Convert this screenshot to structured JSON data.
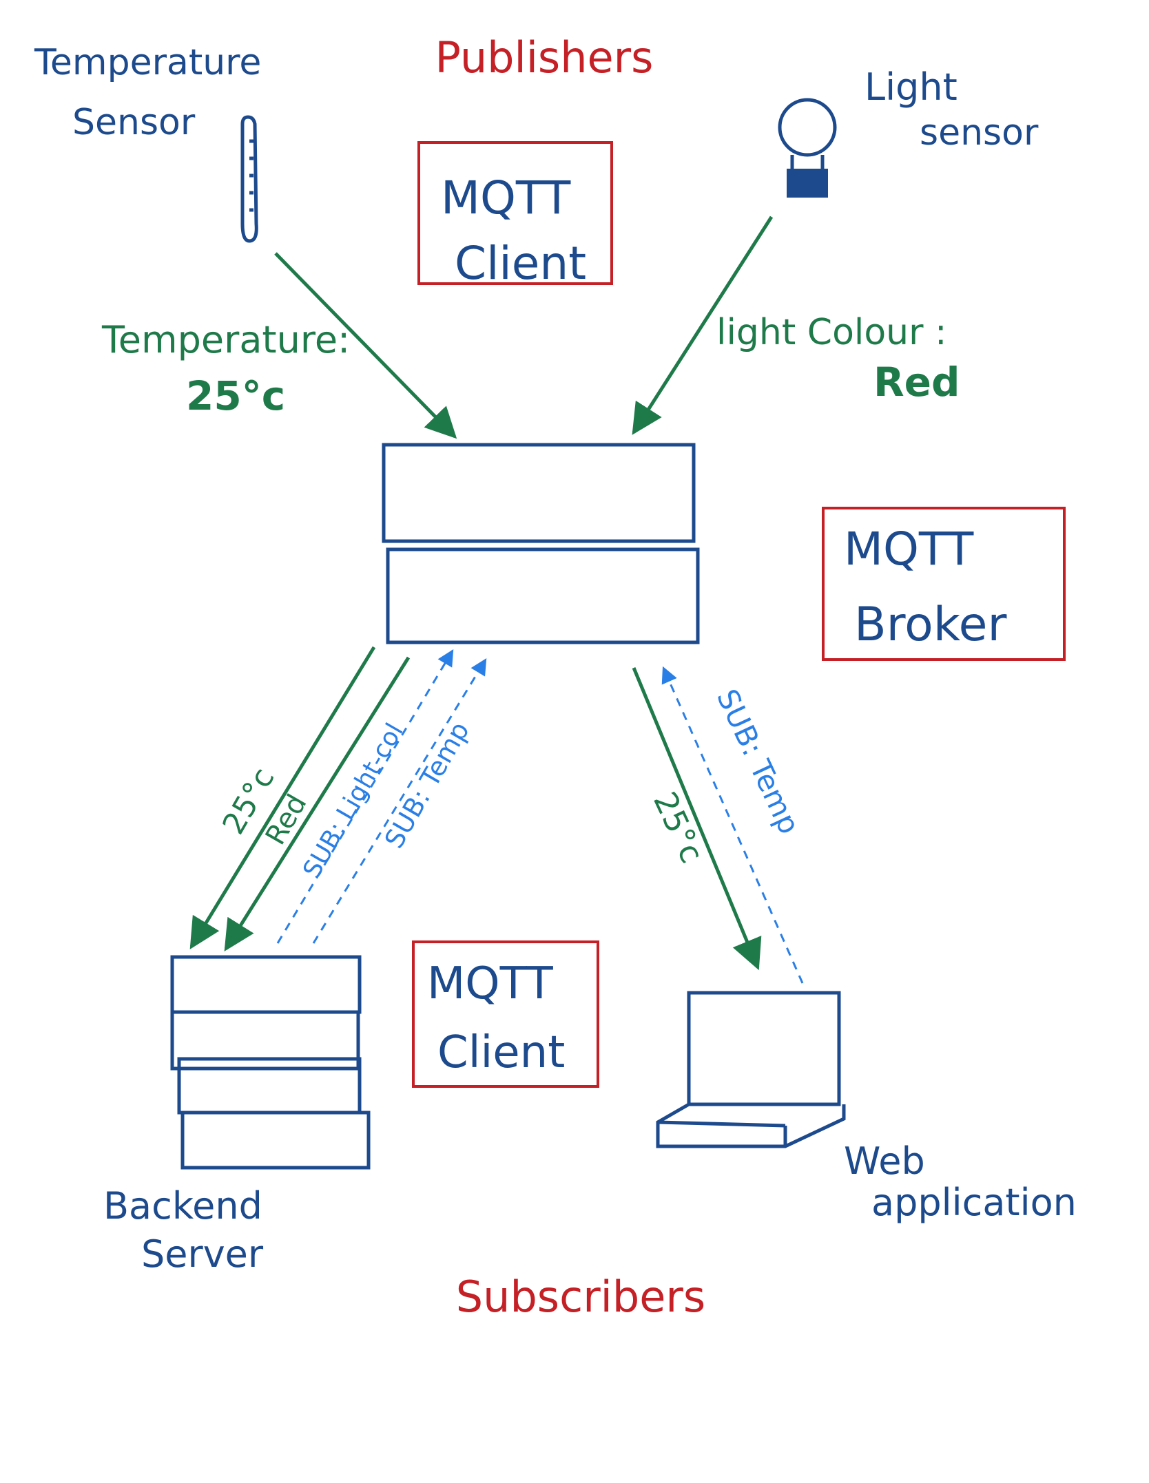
{
  "diagram": {
    "headings": {
      "publishers": "Publishers",
      "subscribers": "Subscribers"
    },
    "labels": {
      "temperature_sensor_line1": "Temperature",
      "temperature_sensor_line2": "Sensor",
      "light_sensor_line1": "Light",
      "light_sensor_line2": "sensor",
      "backend_server_line1": "Backend",
      "backend_server_line2": "Server",
      "web_app_line1": "Web",
      "web_app_line2": "application"
    },
    "boxes": {
      "mqtt_client_top_line1": "MQTT",
      "mqtt_client_top_line2": "Client",
      "mqtt_broker_line1": "MQTT",
      "mqtt_broker_line2": "Broker",
      "mqtt_client_bottom_line1": "MQTT",
      "mqtt_client_bottom_line2": "Client"
    },
    "messages": {
      "temperature_label": "Temperature:",
      "temperature_value": "25°c",
      "light_colour_label": "light Colour :",
      "light_colour_value": "Red",
      "backend_temp_value": "25°c",
      "backend_light_value": "Red",
      "backend_sub_light": "SUB: Light-col",
      "backend_sub_temp": "SUB: Temp",
      "web_temp_value": "25°c",
      "web_sub_temp": "SUB: Temp"
    },
    "colors": {
      "ink_blue": "#1c4a8c",
      "ink_red": "#c42026",
      "ink_green": "#1f7a4a",
      "ink_light_blue": "#2a7fe6"
    }
  }
}
